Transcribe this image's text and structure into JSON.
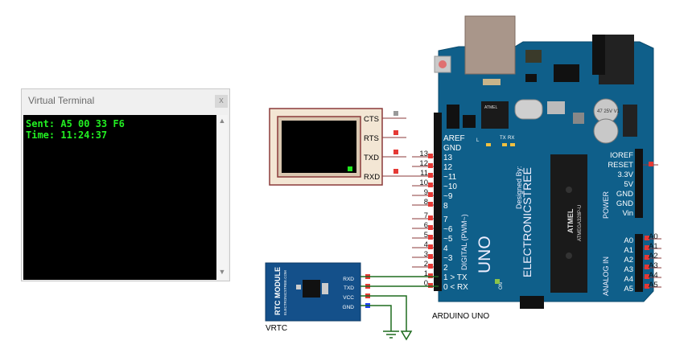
{
  "terminal": {
    "title": "Virtual Terminal",
    "close_glyph": "x",
    "lines": [
      "Sent: A5 00 33 F6",
      "Time: 11:24:37"
    ],
    "text_color": "#22ee22"
  },
  "vt_symbol": {
    "pins": [
      "CTS",
      "RTS",
      "TXD",
      "RXD"
    ]
  },
  "rtc": {
    "title": "RTC MODULE",
    "subtitle": "ELECTRONICSTREE.COM",
    "pins": [
      "RXD",
      "TXD",
      "VCC",
      "GND"
    ],
    "label": "VRTC"
  },
  "arduino": {
    "label": "ARDUINO UNO",
    "board_color": "#0f5f8a",
    "digital_header": [
      "AREF",
      "GND",
      "13",
      "12",
      "~11",
      "~10",
      "~9",
      "8",
      "7",
      "~6",
      "~5",
      "4",
      "~3",
      "2",
      "1 > TX",
      "0 < RX"
    ],
    "digital_pin_numbers": [
      "13",
      "12",
      "11",
      "10",
      "9",
      "8",
      "7",
      "6",
      "5",
      "4",
      "3",
      "2",
      "1",
      "0"
    ],
    "power_header": [
      "IOREF",
      "RESET",
      "3.3V",
      "5V",
      "GND",
      "GND",
      "Vin"
    ],
    "analog_header": [
      "A0",
      "A1",
      "A2",
      "A3",
      "A4",
      "A5"
    ],
    "analog_outer": [
      "A0",
      "A1",
      "A2",
      "A3",
      "A4",
      "A5"
    ],
    "digital_title": "DIGITAL (PWM~)",
    "power_title": "POWER",
    "analog_title": "ANALOG IN",
    "uno": "UNO",
    "brand": "ELECTRONICSTREE",
    "designed_by": "Designed By:",
    "chip_brand": "ATMEL",
    "chip_model": "ATMEGA328P-U",
    "small_chip_brand": "ATMEL",
    "led_labels": [
      "L",
      "TX",
      "RX",
      "ON"
    ],
    "cap_text": "47 25V V1"
  }
}
